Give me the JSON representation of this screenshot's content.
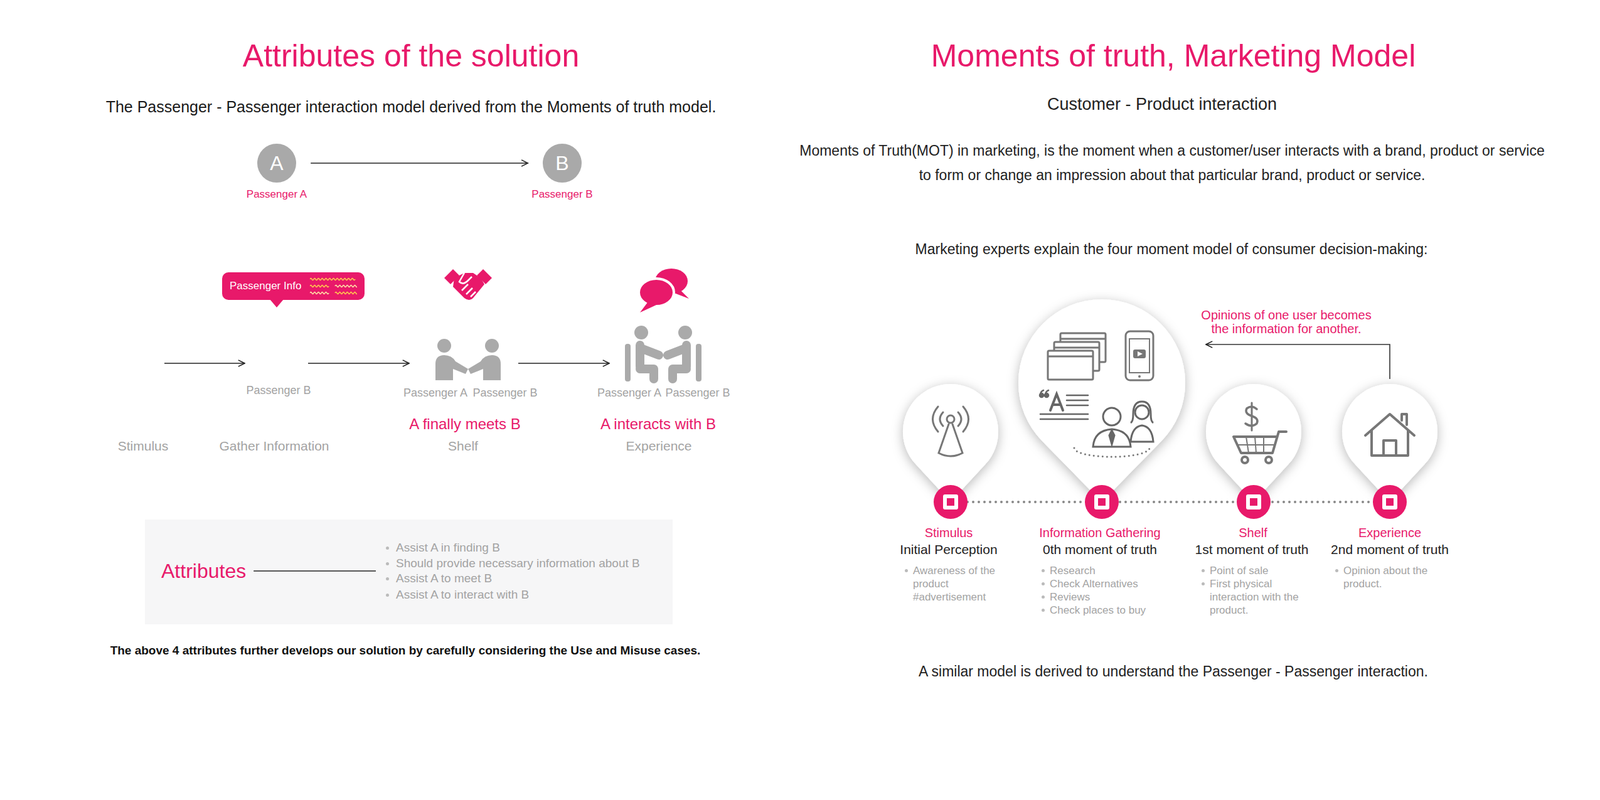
{
  "diagram": {
    "title": "Attributes of the solution",
    "nodes": [
      {
        "text": [
          "A",
          "Passenger A"
        ]
      },
      {
        "text": [
          "B",
          "Passenger B"
        ]
      },
      {
        "text": [
          "Passenger Info"
        ]
      },
      {
        "text": [
          "Attributes",
          "Assist A in finding B",
          "Should provide necessary information about B",
          "Assist A to meet B",
          "Assist A to interact with B"
        ]
      }
    ],
    "edges": [
      {
        "from": 0,
        "to": 1,
        "arrow": "to"
      }
    ],
    "labels": [
      "The Passenger - Passenger interaction model derived from the Moments of truth model.",
      "Passenger B",
      "Passenger A",
      "Passenger B",
      "Passenger A",
      "Passenger B",
      "A finally meets B",
      "A interacts with B",
      "Stimulus",
      "Gather Information",
      "Shelf",
      "Experience",
      "The above 4 attributes further develops our solution by carefully considering the Use and Misuse cases.",
      "Moments of truth, Marketing Model",
      "Customer - Product interaction",
      "Moments of Truth(MOT) in marketing, is the moment when a customer/user interacts with a brand, product or service to form or change an impression about that particular brand, product or service.",
      "Marketing experts explain the four moment model of consumer decision-making:",
      "Opinions of one user becomes the information for another.",
      "Stimulus",
      "Initial Perception",
      "Awareness of the product #advertisement",
      "Information Gathering",
      "0th moment of truth",
      "Research",
      "Check Alternatives",
      "Reviews",
      "Check places to buy",
      "Shelf",
      "1st moment of truth",
      "Point of sale",
      "First physical interaction with the product.",
      "Experience",
      "2nd moment of truth",
      "Opinion about the product.",
      "A similar model is derived to understand the Passenger - Passenger interaction."
    ]
  }
}
